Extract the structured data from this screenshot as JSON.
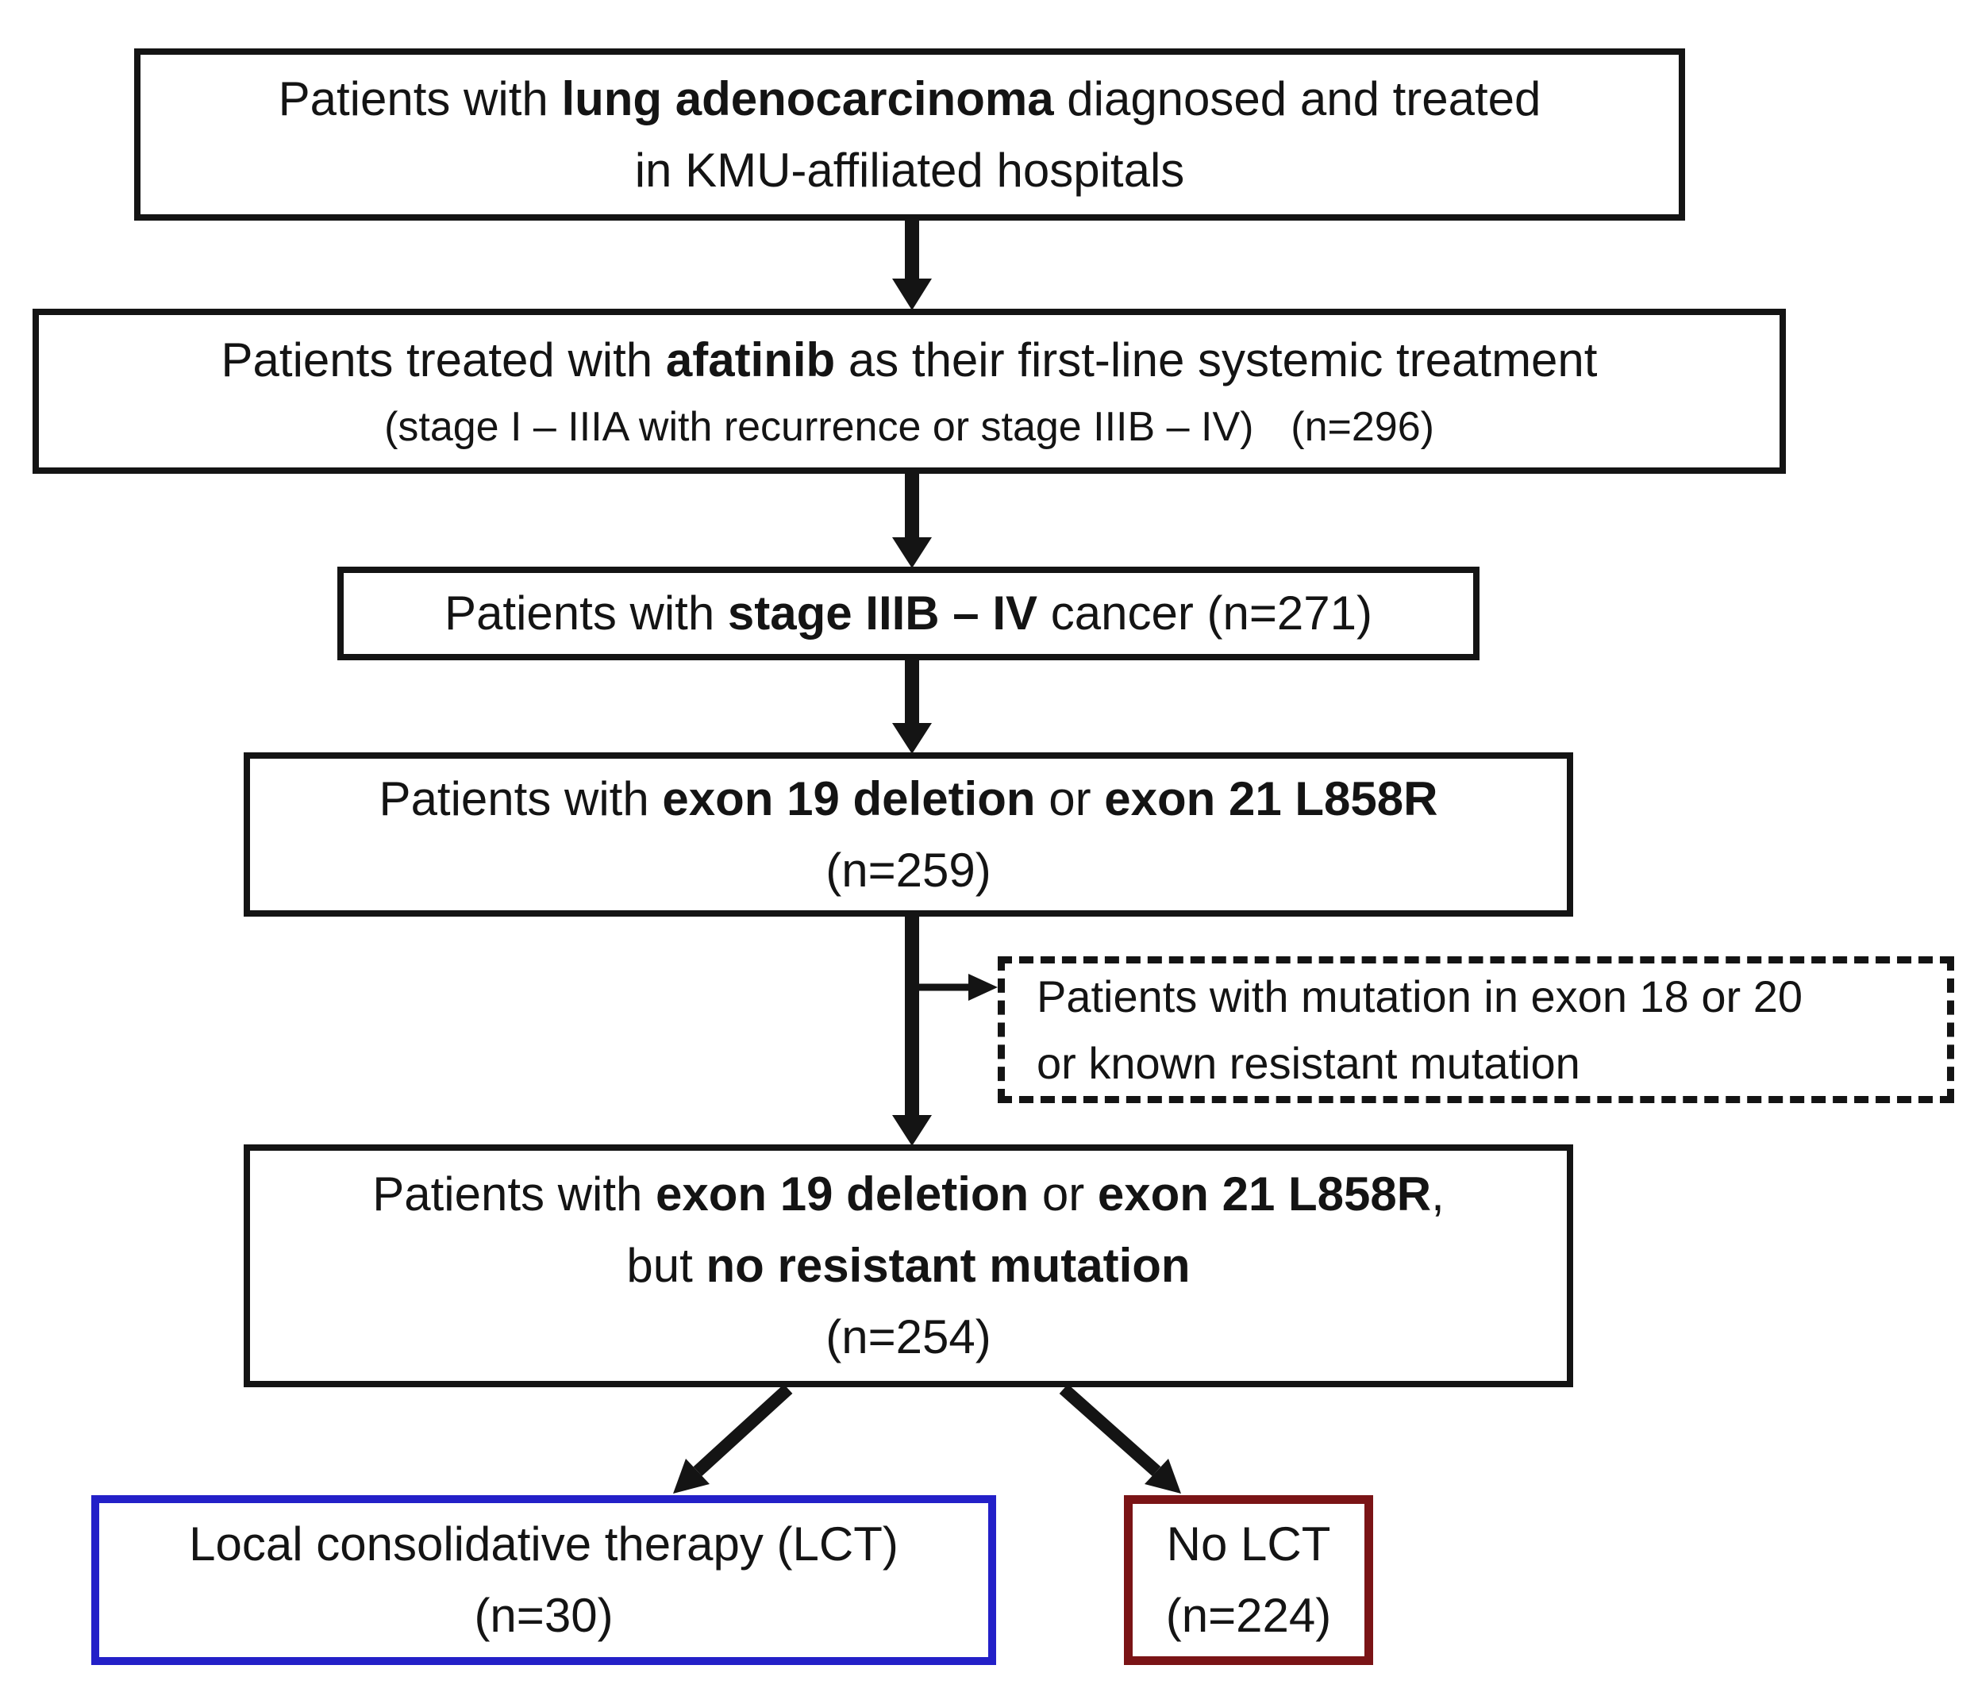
{
  "boxes": {
    "cohort": {
      "lines": [
        {
          "segments": [
            {
              "text": "Patients with ",
              "bold": false
            },
            {
              "text": "lung adenocarcinoma",
              "bold": true
            },
            {
              "text": " diagnosed and treated",
              "bold": false
            }
          ]
        },
        {
          "segments": [
            {
              "text": "in KMU-affiliated hospitals",
              "bold": false
            }
          ]
        }
      ]
    },
    "afatinib": {
      "lines": [
        {
          "segments": [
            {
              "text": "Patients treated with ",
              "bold": false
            },
            {
              "text": "afatinib",
              "bold": true
            },
            {
              "text": " as their first-line systemic treatment",
              "bold": false
            }
          ]
        },
        {
          "segments": [
            {
              "text": "(stage I – IIIA with recurrence or stage IIIB – IV)",
              "bold": false
            },
            {
              "text": "(n=296)",
              "bold": false
            }
          ]
        }
      ]
    },
    "stage": {
      "lines": [
        {
          "segments": [
            {
              "text": "Patients with ",
              "bold": false
            },
            {
              "text": "stage IIIB – IV",
              "bold": true
            },
            {
              "text": " cancer (n=271)",
              "bold": false
            }
          ]
        }
      ]
    },
    "mutation": {
      "lines": [
        {
          "segments": [
            {
              "text": "Patients with ",
              "bold": false
            },
            {
              "text": "exon 19 deletion",
              "bold": true
            },
            {
              "text": " or ",
              "bold": false
            },
            {
              "text": "exon 21 L858R",
              "bold": true
            }
          ]
        },
        {
          "segments": [
            {
              "text": "(n=259)",
              "bold": false
            }
          ]
        }
      ]
    },
    "excluded": {
      "lines": [
        {
          "segments": [
            {
              "text": "Patients with mutation in exon 18 or 20",
              "bold": false
            }
          ]
        },
        {
          "segments": [
            {
              "text": "or known resistant mutation",
              "bold": false
            }
          ]
        }
      ]
    },
    "no_resistant": {
      "lines": [
        {
          "segments": [
            {
              "text": "Patients with ",
              "bold": false
            },
            {
              "text": "exon 19 deletion",
              "bold": true
            },
            {
              "text": " or ",
              "bold": false
            },
            {
              "text": "exon 21 L858R",
              "bold": true
            },
            {
              "text": ",",
              "bold": false
            }
          ]
        },
        {
          "segments": [
            {
              "text": "but ",
              "bold": false
            },
            {
              "text": "no resistant mutation",
              "bold": true
            }
          ]
        },
        {
          "segments": [
            {
              "text": "(n=254)",
              "bold": false
            }
          ]
        }
      ]
    },
    "lct": {
      "lines": [
        {
          "segments": [
            {
              "text": "Local consolidative therapy (LCT)",
              "bold": false
            }
          ]
        },
        {
          "segments": [
            {
              "text": "(n=30)",
              "bold": false
            }
          ]
        }
      ]
    },
    "no_lct": {
      "lines": [
        {
          "segments": [
            {
              "text": "No LCT",
              "bold": false
            }
          ]
        },
        {
          "segments": [
            {
              "text": "(n=224)",
              "bold": false
            }
          ]
        }
      ]
    }
  },
  "counts": {
    "afatinib_first_line": 296,
    "stage_iiib_iv": 271,
    "exon19_or_l858r": 259,
    "no_resistant_mutation": 254,
    "lct": 30,
    "no_lct": 224
  },
  "colors": {
    "box_border": "#141414",
    "arrow": "#141414",
    "lct_border": "#2320C8",
    "no_lct_border": "#7A1416",
    "background": "#FFFFFF"
  }
}
